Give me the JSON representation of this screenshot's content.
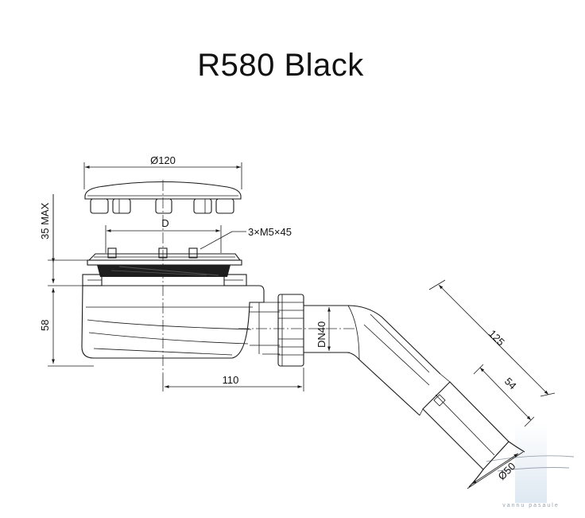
{
  "title": "R580 Black",
  "labels": {
    "diameter_cover": "Ø120",
    "height_max": "35 MAX",
    "d_mark": "D",
    "screws": "3×M5×45",
    "height_body": "58",
    "dn_outlet": "DN40",
    "length_outlet": "110",
    "length_pipe": "125",
    "length_sleeve": "54",
    "diameter_pipe": "Ø50"
  },
  "watermark": {
    "text": "vannu pasaule",
    "color": "#9aa3ad",
    "accent": "#d8e4ef"
  }
}
